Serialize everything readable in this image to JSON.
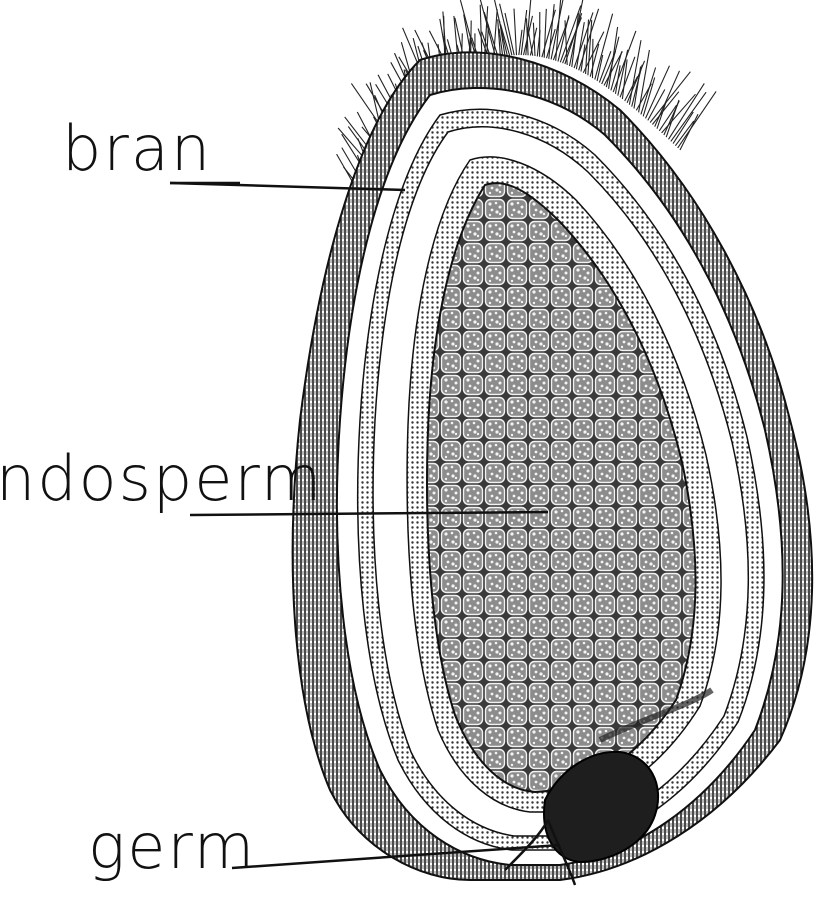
{
  "labels": {
    "bran": "bran",
    "endosperm": "ndosperm",
    "germ": "germ"
  },
  "colors": {
    "ink": "#111111",
    "paper": "#ffffff",
    "hatch": "#2a2a2a",
    "cell_fill": "#9a9a9a"
  }
}
